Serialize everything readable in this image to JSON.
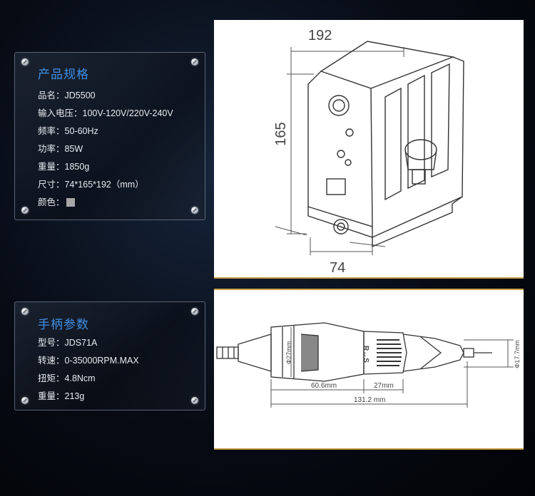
{
  "product_specs": {
    "title": "产品规格",
    "rows": [
      {
        "label": "品名：",
        "value": "JD5500"
      },
      {
        "label": "输入电压：",
        "value": "100V-120V/220V-240V"
      },
      {
        "label": "频率：",
        "value": "50-60Hz"
      },
      {
        "label": "功率：",
        "value": "85W"
      },
      {
        "label": "重量：",
        "value": "1850g"
      },
      {
        "label": "尺寸：",
        "value": "74*165*192（mm）"
      },
      {
        "label": "颜色：",
        "value": ""
      }
    ],
    "color_swatch": "#a7a7a7"
  },
  "handpiece_specs": {
    "title": "手柄参数",
    "rows": [
      {
        "label": "型号：",
        "value": "JDS71A"
      },
      {
        "label": "转速：",
        "value": "0-35000RPM.MAX"
      },
      {
        "label": "扭矩：",
        "value": "4.8Ncm"
      },
      {
        "label": "重量：",
        "value": "213g"
      }
    ]
  },
  "control_box_drawing": {
    "dim_width": "192",
    "dim_height": "165",
    "dim_depth": "74"
  },
  "handpiece_drawing": {
    "dim_grip_diameter": "Φ27mm",
    "dim_nose_diameter": "Φ17.7mm",
    "dim_body_length": "60.6mm",
    "dim_grip_length": "27mm",
    "dim_total_length": "131.2 mm",
    "rotation_mark": "R↔S"
  },
  "colors": {
    "title_blue": "#3f8fe6",
    "frame_gold": "#c8a24b"
  }
}
